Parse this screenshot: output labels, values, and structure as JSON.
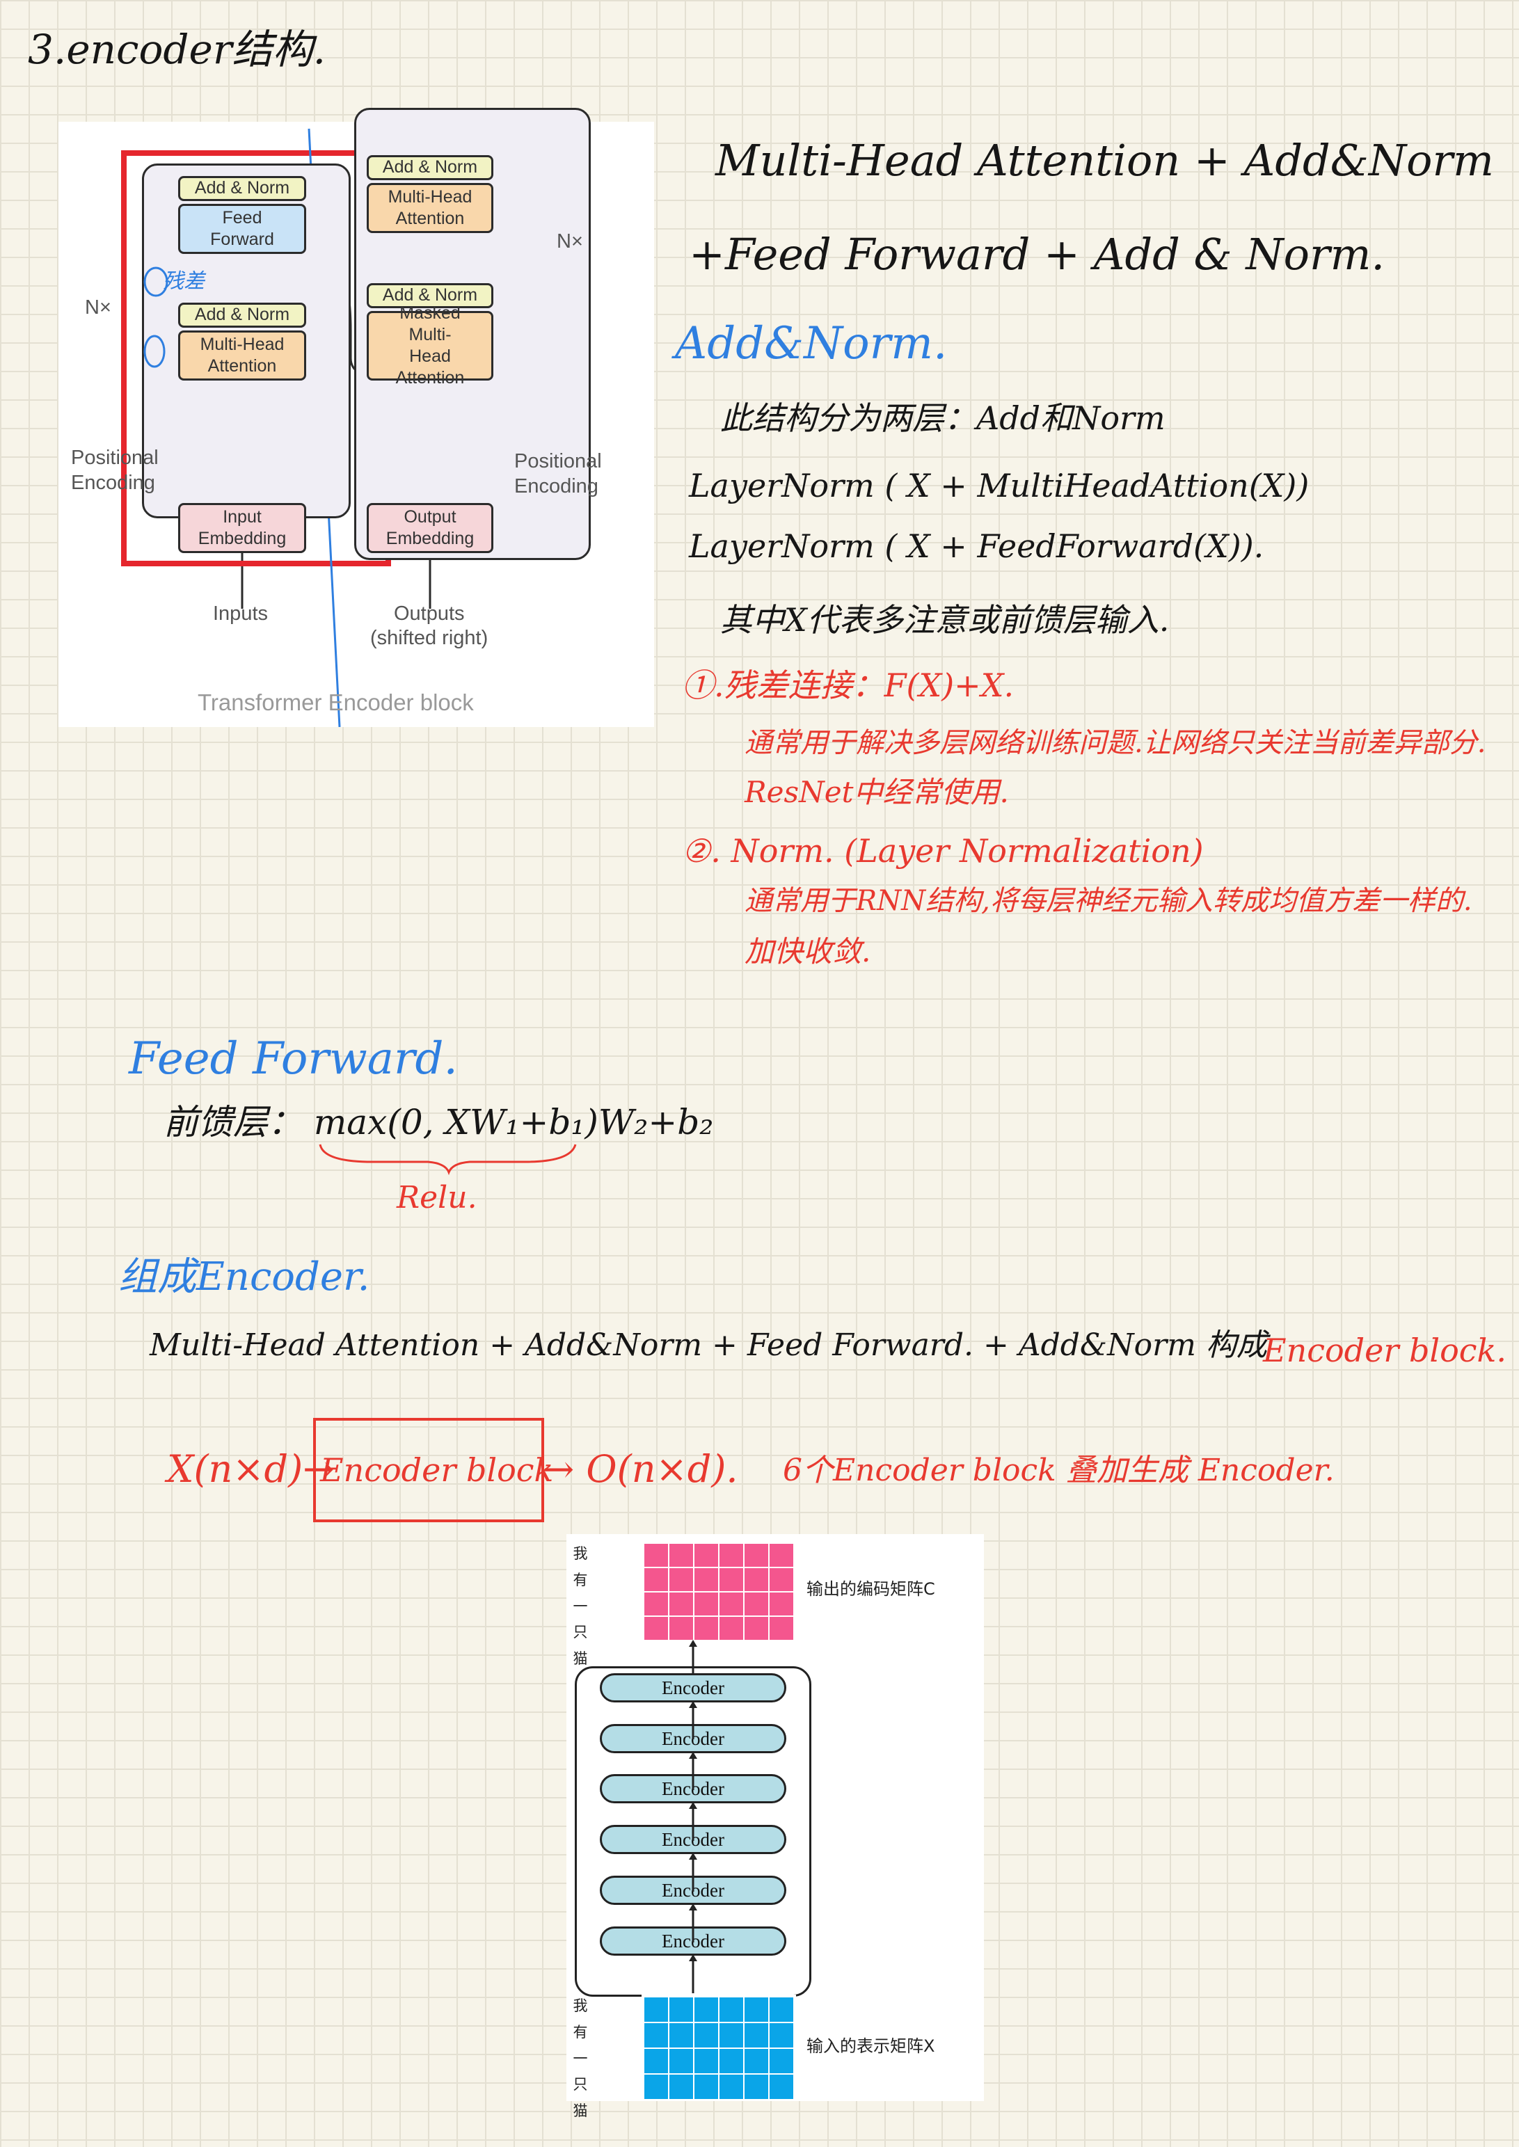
{
  "heading": "3.encoder结构.",
  "transformer_figure": {
    "add_norm": "Add & Norm",
    "feed_forward": "Feed Forward",
    "multi_head": "Multi-Head Attention",
    "masked_multi_head": "Masked Multi-Head Attention",
    "nx": "N×",
    "positional_encoding": "Positional Encoding",
    "input_embedding": "Input Embedding",
    "output_embedding": "Output Embedding",
    "inputs": "Inputs",
    "outputs": "Outputs",
    "shifted": "(shifted right)",
    "caption": "Transformer Encoder block",
    "annotation_residual": "残差"
  },
  "notes": {
    "formula_line1": "Multi-Head Attention + Add&Norm",
    "formula_line2": "+Feed Forward + Add & Norm.",
    "add_norm_title": "Add&Norm.",
    "add_norm_desc": "此结构分为两层：Add和Norm",
    "layer_norm_1": "LayerNorm ( X + MultiHeadAttion(X))",
    "layer_norm_2": "LayerNorm ( X + FeedForward(X)).",
    "x_desc": "其中X代表多注意或前馈层输入.",
    "residual_title": "①.残差连接：F(X)+X.",
    "residual_desc1": "通常用于解决多层网络训练问题.让网络只关注当前差异部分.",
    "residual_desc2": "ResNet中经常使用.",
    "norm_title": "②. Norm. (Layer Normalization)",
    "norm_desc1": "通常用于RNN结构,将每层神经元输入转成均值方差一样的.",
    "norm_desc2": "加快收敛.",
    "ff_title": "Feed Forward.",
    "ff_formula": "前馈层： max(0, XW₁+b₁)W₂+b₂",
    "relu": "Relu.",
    "encoder_title": "组成Encoder.",
    "encoder_formula": "Multi-Head Attention + Add&Norm + Feed Forward. + Add&Norm 构成",
    "encoder_block": "Encoder block.",
    "io_x": "X(n×d)→",
    "io_block": "Encoder block",
    "io_o": "→ O(n×d).",
    "six_blocks": "6个Encoder block 叠加生成 Encoder."
  },
  "encoder_figure": {
    "sentence": [
      "我",
      "有",
      "一只",
      "猫"
    ],
    "output_label": "输出的编码矩阵C",
    "input_label": "输入的表示矩阵X",
    "encoders": [
      "Encoder",
      "Encoder",
      "Encoder",
      "Encoder",
      "Encoder",
      "Encoder"
    ],
    "output_color": "#f4568e",
    "input_color": "#0aa5e8"
  }
}
